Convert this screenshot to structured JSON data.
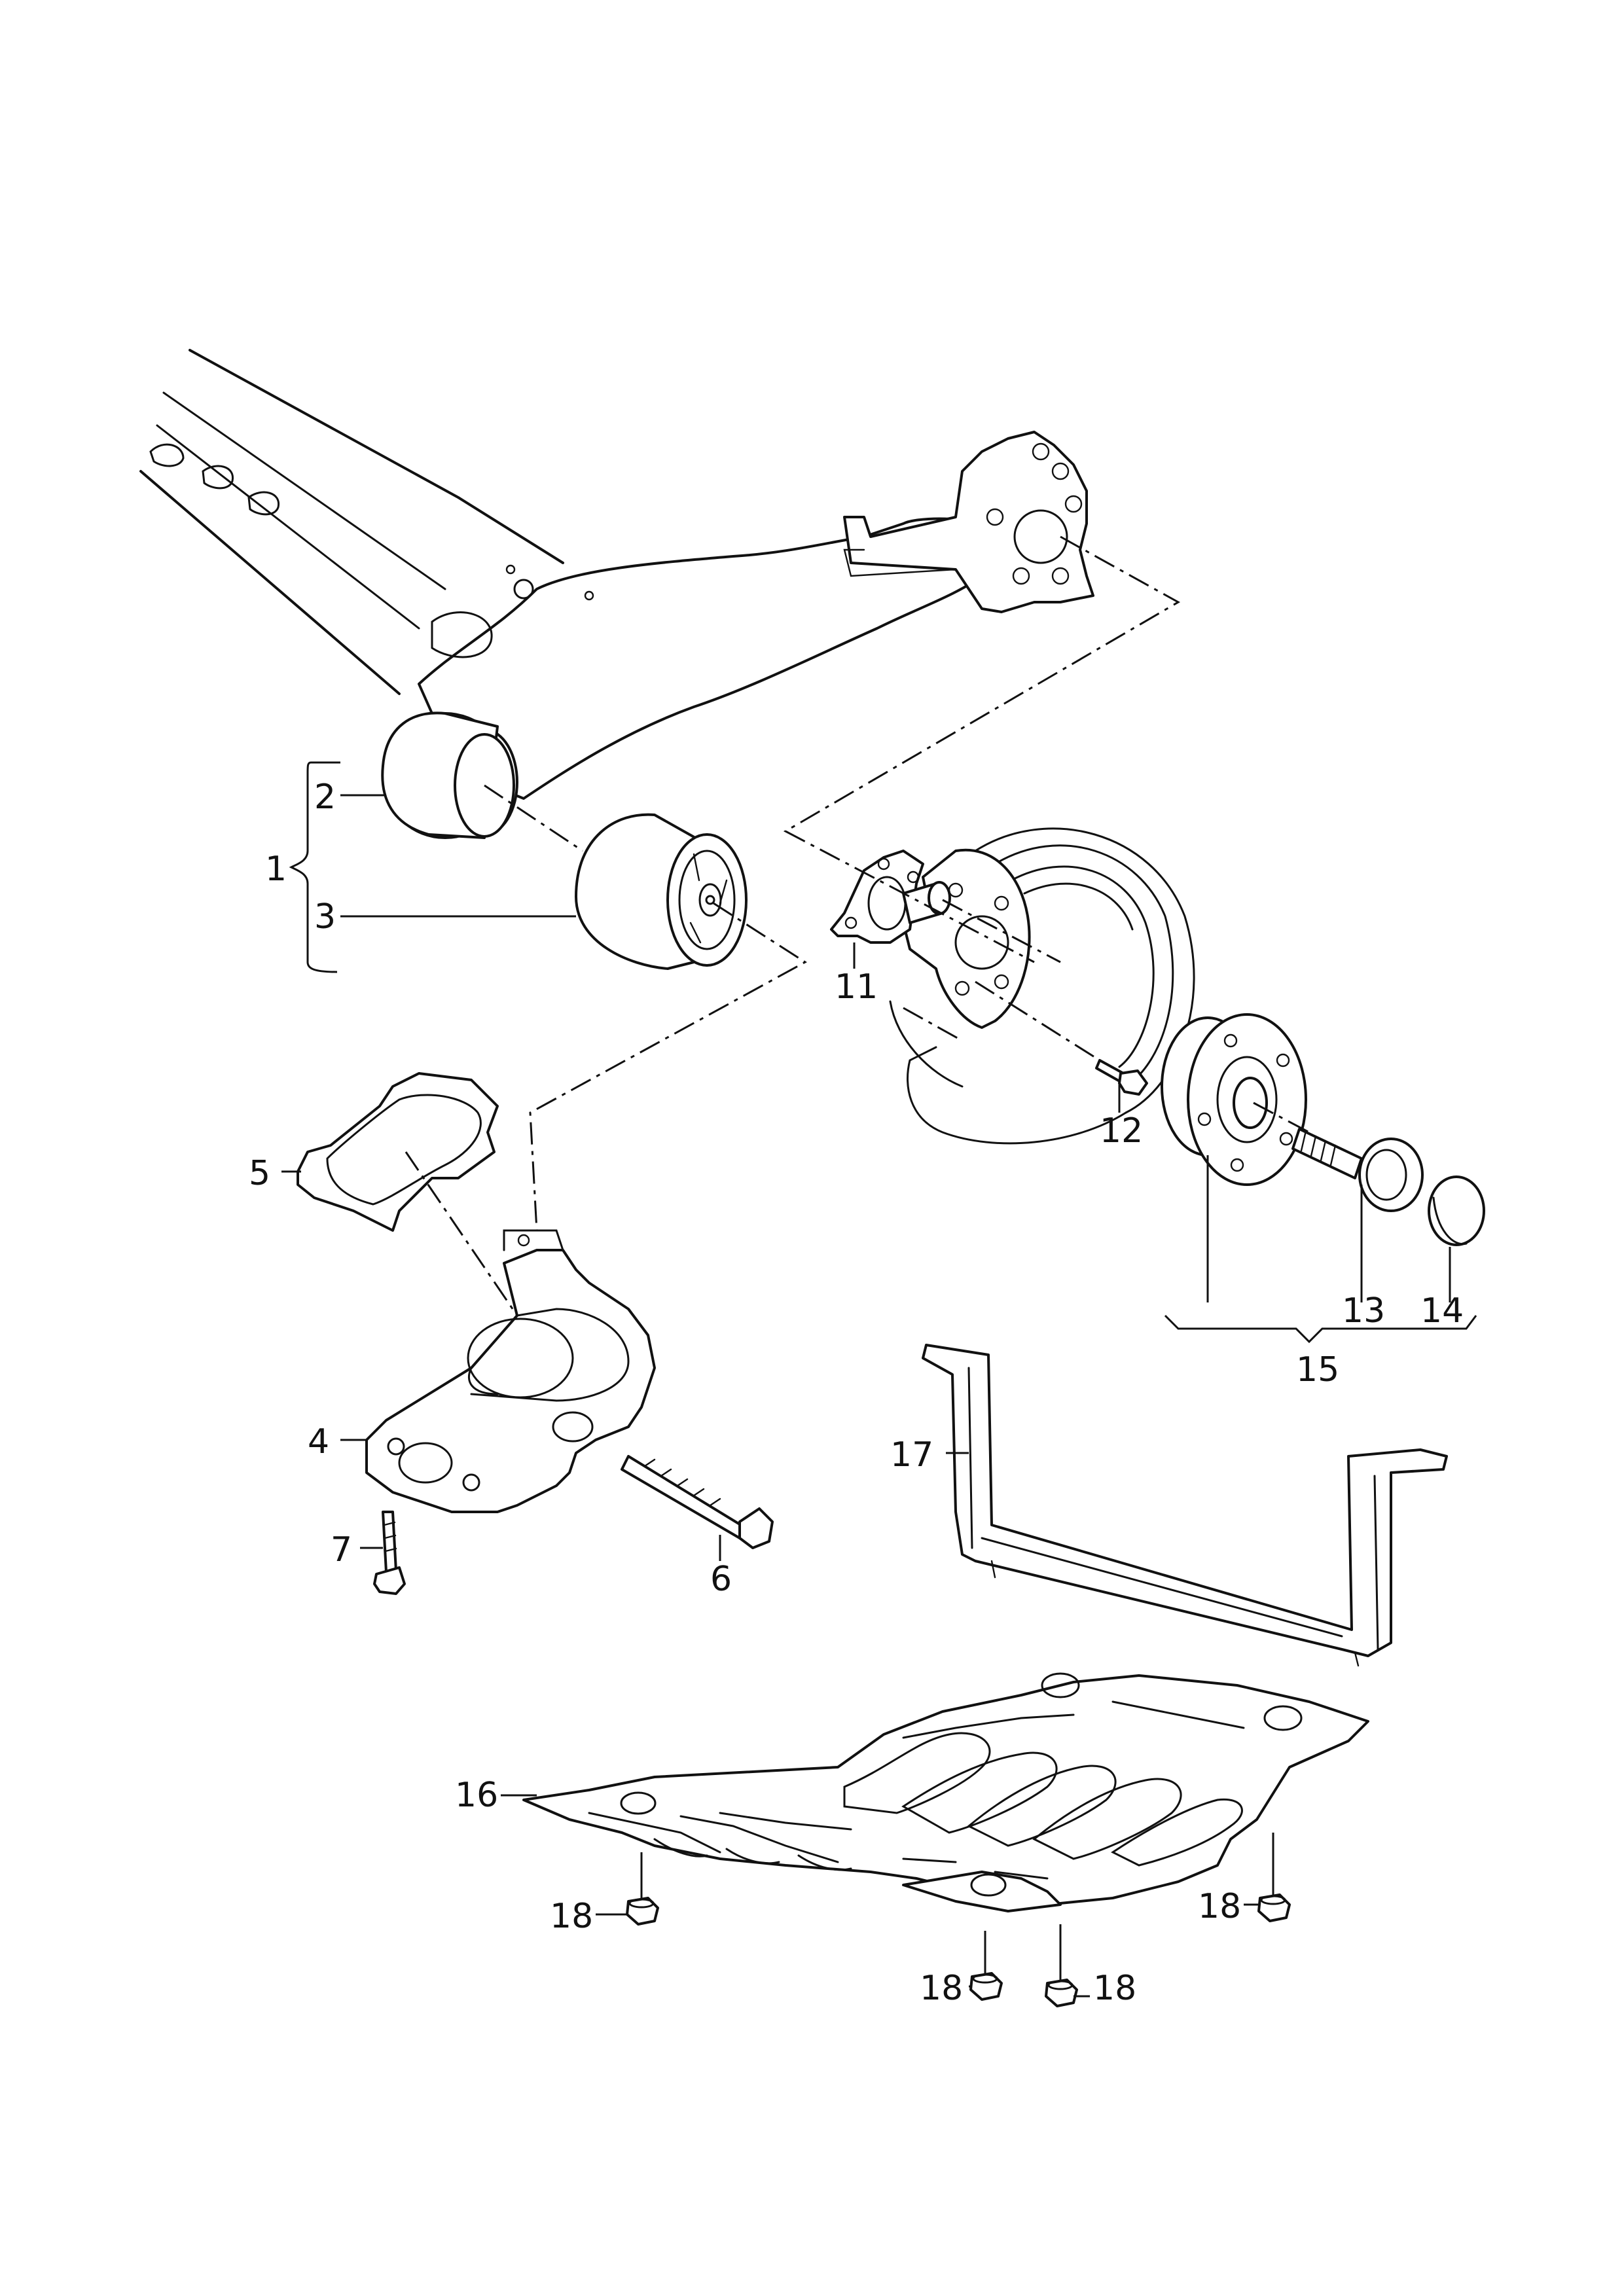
{
  "callouts": [
    {
      "id": "1",
      "text": "1"
    },
    {
      "id": "2",
      "text": "2"
    },
    {
      "id": "3",
      "text": "3"
    },
    {
      "id": "4",
      "text": "4"
    },
    {
      "id": "5",
      "text": "5"
    },
    {
      "id": "6",
      "text": "6"
    },
    {
      "id": "7",
      "text": "7"
    },
    {
      "id": "11",
      "text": "11"
    },
    {
      "id": "12",
      "text": "12"
    },
    {
      "id": "13",
      "text": "13"
    },
    {
      "id": "14",
      "text": "14"
    },
    {
      "id": "15",
      "text": "15"
    },
    {
      "id": "16",
      "text": "16"
    },
    {
      "id": "17",
      "text": "17"
    },
    {
      "id": "18a",
      "text": "18"
    },
    {
      "id": "18b",
      "text": "18"
    },
    {
      "id": "18c",
      "text": "18"
    },
    {
      "id": "18d",
      "text": "18"
    }
  ]
}
